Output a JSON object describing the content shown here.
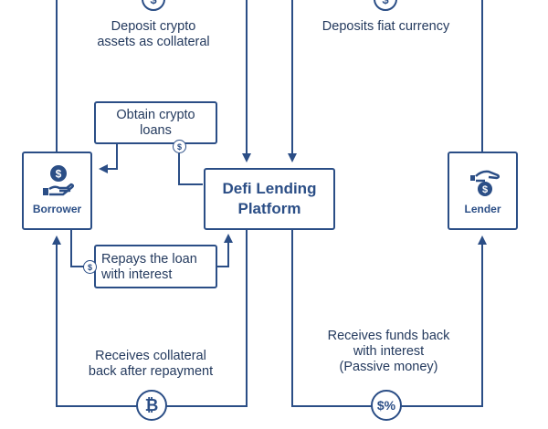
{
  "nodes": {
    "borrower": "Borrower",
    "lender": "Lender",
    "platform": "Defi Lending\nPlatform"
  },
  "labels": {
    "deposit_crypto": "Deposit crypto\nassets as collateral",
    "deposit_fiat": "Deposits fiat currency",
    "obtain_loans": "Obtain crypto\nloans",
    "repays_loan": "Repays the loan\nwith interest",
    "receives_collateral": "Receives collateral\nback after repayment",
    "receives_funds": "Receives funds back\nwith interest\n(Passive money)"
  },
  "icons": {
    "bitcoin_coin": "₿",
    "dollar_percent_coin": "$%",
    "dollar_small": "$"
  },
  "colors": {
    "line": "#2b4e86",
    "text": "#243a5e"
  }
}
